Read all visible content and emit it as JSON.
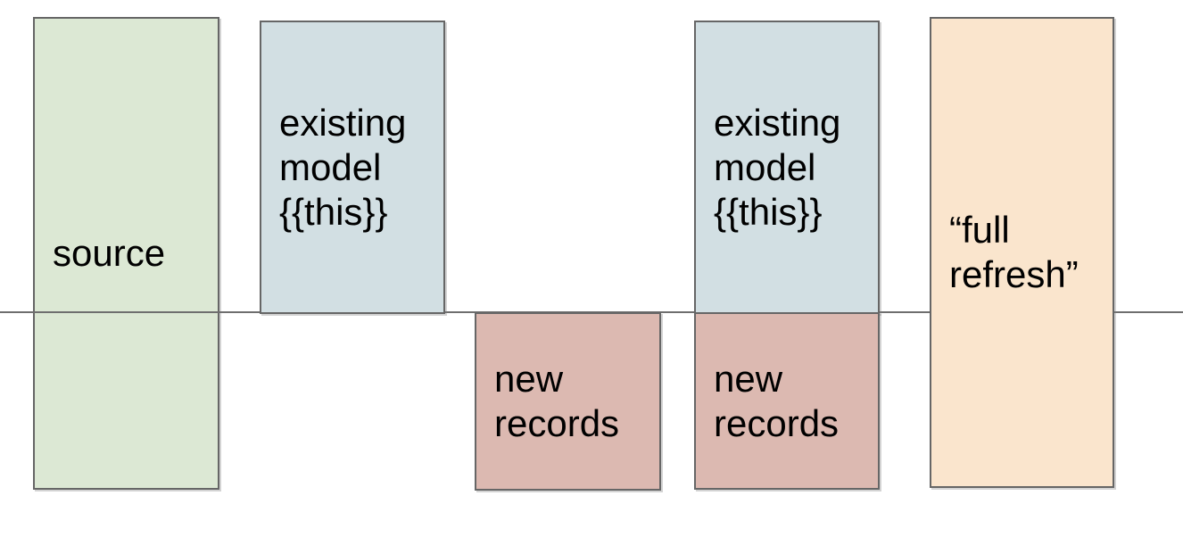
{
  "diagram": {
    "boxes": [
      {
        "id": "source",
        "label": "source",
        "fill": "#dce8d4"
      },
      {
        "id": "existing-model-1",
        "label": "existing\nmodel\n{{this}}",
        "fill": "#d2dfe3"
      },
      {
        "id": "new-records-1",
        "label": "new\nrecords",
        "fill": "#dcb9b1"
      },
      {
        "id": "existing-model-2",
        "label": "existing\nmodel\n{{this}}",
        "fill": "#d2dfe3"
      },
      {
        "id": "new-records-2",
        "label": "new\nrecords",
        "fill": "#dcb9b1"
      },
      {
        "id": "full-refresh",
        "label": "“full\nrefresh”",
        "fill": "#fae5cd"
      }
    ],
    "colors": {
      "line": "#6e6e6e",
      "border": "#666666",
      "text": "#000000",
      "background": "#ffffff",
      "green_fill": "#dce8d4",
      "blue_fill": "#d2dfe3",
      "pink_fill": "#dcb9b1",
      "orange_fill": "#fae5cd"
    }
  }
}
